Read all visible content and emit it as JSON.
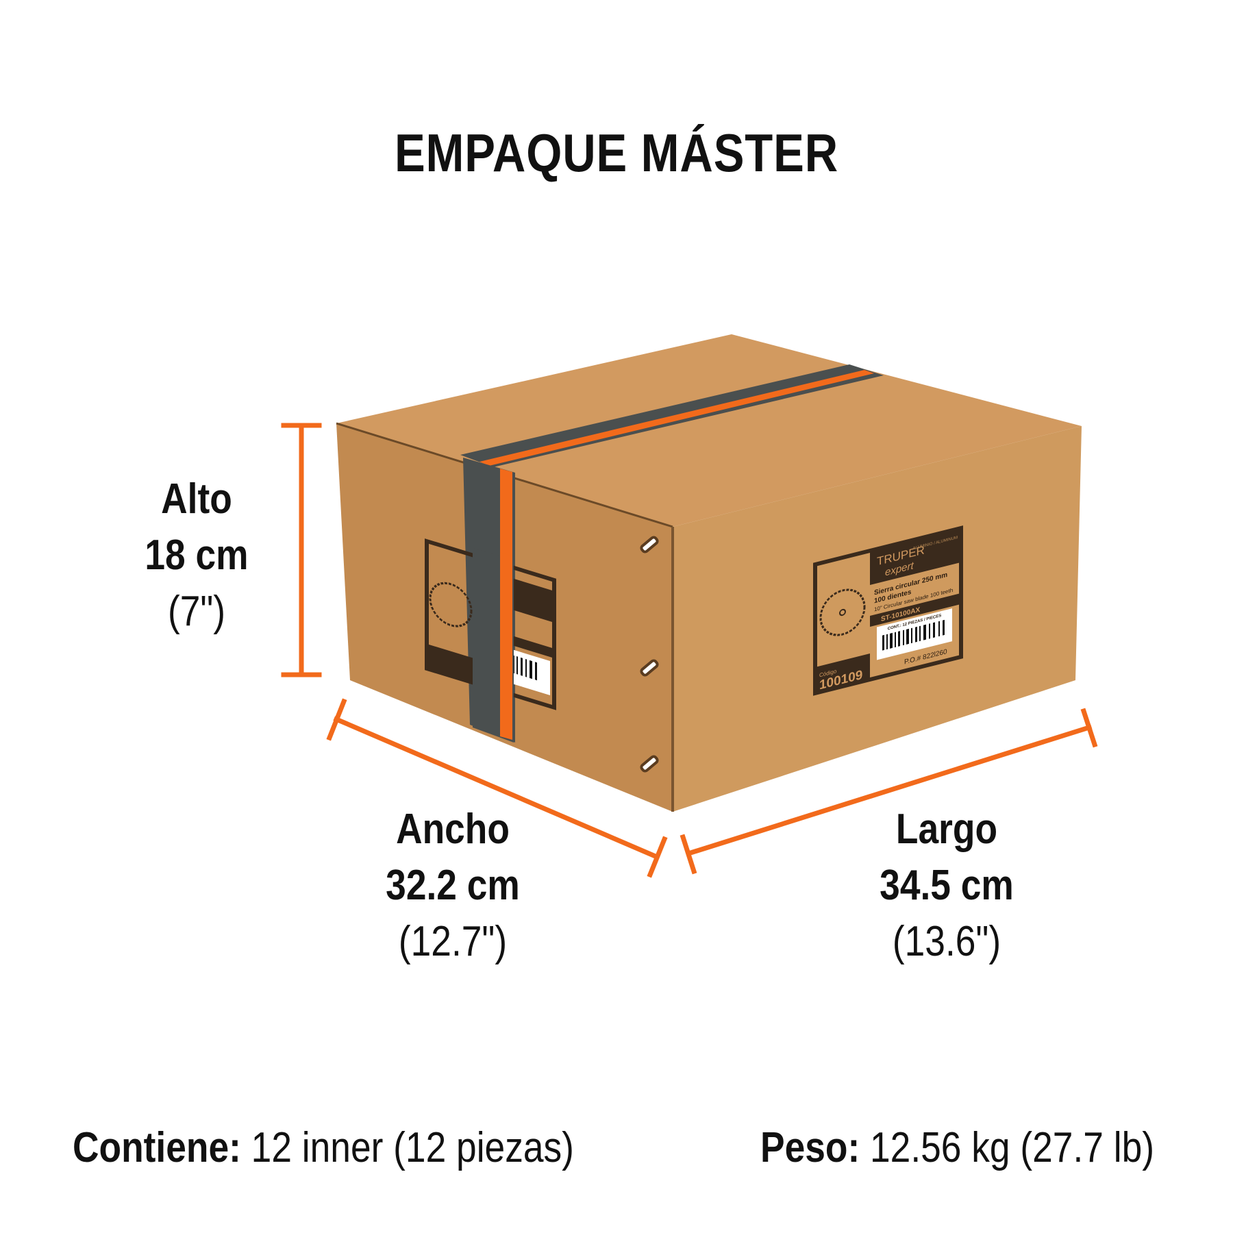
{
  "title": "EMPAQUE MÁSTER",
  "dimensions": {
    "alto": {
      "label": "Alto",
      "metric": "18 cm",
      "imperial": "(7\")"
    },
    "ancho": {
      "label": "Ancho",
      "metric": "32.2 cm",
      "imperial": "(12.7\")"
    },
    "largo": {
      "label": "Largo",
      "metric": "34.5 cm",
      "imperial": "(13.6\")"
    }
  },
  "footer": {
    "contains_label": "Contiene:",
    "contains_value": "12 inner (12 piezas)",
    "weight_label": "Peso:",
    "weight_value": "12.56 kg (27.7 lb)"
  },
  "box_label": {
    "brand": "TRUPER",
    "sub_brand": "expert",
    "material": "ALUMINIO / ALUMINUM",
    "product_es": "Sierra circular 250 mm",
    "teeth_es": "100 dientes",
    "product_en": "10\" Circular saw blade 100 teeth",
    "model": "ST-10100AX",
    "contents": "CONT.: 12 PIEZAS / PIECES",
    "code_label": "Código",
    "code": "100109",
    "po": "P.O.# 822l260"
  },
  "colors": {
    "accent": "#f26a1b",
    "cardboard": "#c98f55",
    "tape": "#4a4f4f"
  }
}
